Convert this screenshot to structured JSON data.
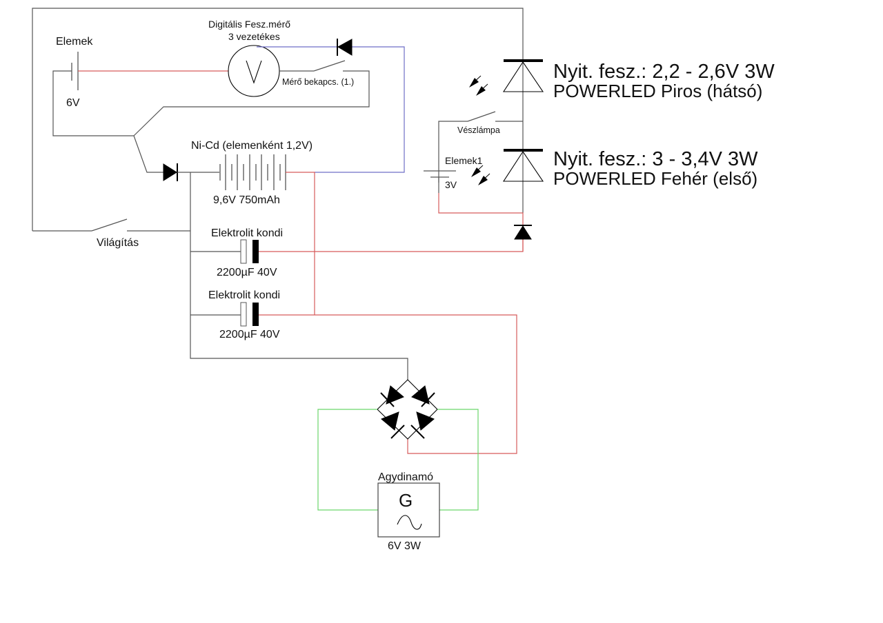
{
  "diagram": {
    "type": "circuit-schematic",
    "components": {
      "battery_6v": {
        "label": "Elemek",
        "value": "6V"
      },
      "voltmeter": {
        "title_line1": "Digitális Fesz.mérő",
        "title_line2": "3 vezetékes",
        "symbol": "V"
      },
      "meter_switch": {
        "label": "Mérő bekapcs. (1.)"
      },
      "nicd_pack": {
        "label": "Ni-Cd (elemenként 1,2V)",
        "value": "9,6V 750mAh"
      },
      "lighting_switch": {
        "label": "Világítás"
      },
      "capacitor_1": {
        "label": "Elektrolit kondi",
        "value": "2200µF 40V"
      },
      "capacitor_2": {
        "label": "Elektrolit kondi",
        "value": "2200µF 40V"
      },
      "led_red": {
        "line1": "Nyit. fesz.: 2,2 - 2,6V 3W",
        "line2": "POWERLED Piros (hátsó)"
      },
      "emergency_switch": {
        "label": "Vészlámpa"
      },
      "battery_3v": {
        "label": "Elemek1",
        "value": "3V"
      },
      "led_white": {
        "line1": "Nyit. fesz.: 3 - 3,4V 3W",
        "line2": "POWERLED Fehér (első)"
      },
      "generator": {
        "label": "Agydinamó",
        "symbol": "G",
        "value": "6V 3W"
      }
    },
    "wire_colors": {
      "default": "#555555",
      "positive": "#d65a5a",
      "meter": "#6e6ec6",
      "ac": "#6ad66a"
    }
  }
}
